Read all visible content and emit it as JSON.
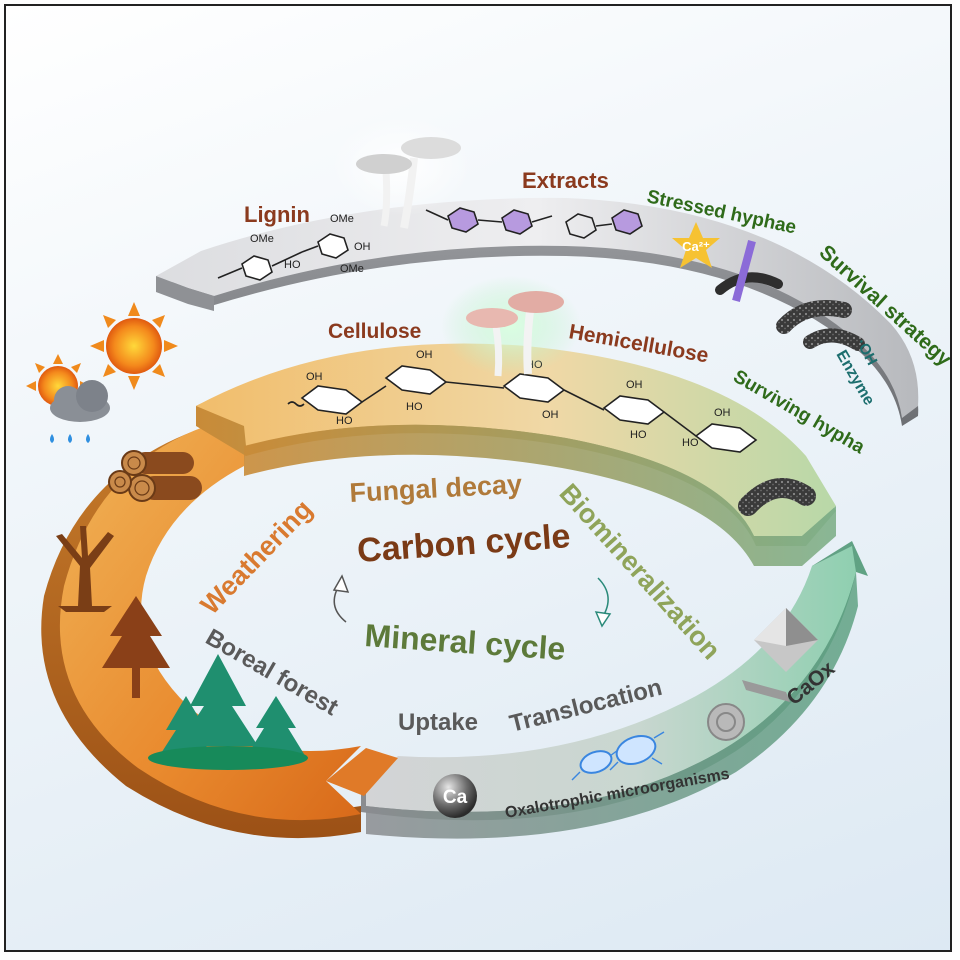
{
  "labels": {
    "lignin": "Lignin",
    "extracts": "Extracts",
    "stressed_hyphae": "Stressed hyphae",
    "survival_strategy": "Survival strategy",
    "oh": "·OH",
    "enzyme": "Enzyme",
    "cellulose": "Cellulose",
    "hemicellulose": "Hemicellulose",
    "surviving_hypha": "Surviving hypha",
    "weathering": "Weathering",
    "fungal_decay": "Fungal decay",
    "biomineralization": "Biomineralization",
    "carbon_cycle": "Carbon cycle",
    "mineral_cycle": "Mineral cycle",
    "boreal_forest": "Boreal forest",
    "uptake": "Uptake",
    "translocation": "Translocation",
    "caox": "CaOx",
    "oxalotrophic": "Oxalotrophic microorganisms",
    "ca": "Ca",
    "ca2plus": "Ca²⁺",
    "ome1": "OMe",
    "ome2": "OMe",
    "ome3": "OMe",
    "oh_chem": "OH",
    "ho_chem": "HO"
  },
  "colors": {
    "brown": "#8b3a1e",
    "dark_green": "#2f6b1a",
    "teal": "#1c6e6e",
    "gray_text": "#5a5a5a",
    "orange_band": "#e9a24a",
    "green_band": "#9cd3b8",
    "silver_band": "#c9cbcf",
    "tree_green": "#1f8f6f"
  }
}
